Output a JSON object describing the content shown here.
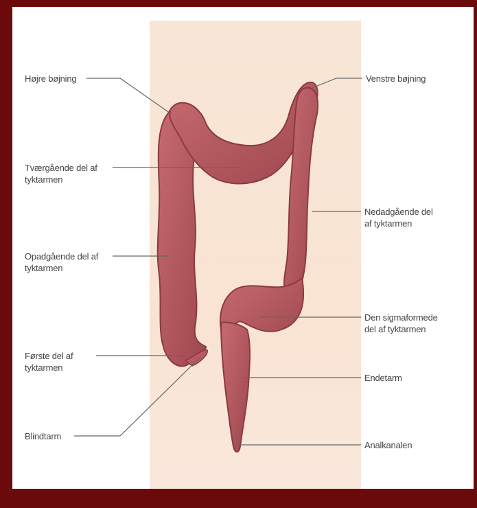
{
  "colors": {
    "frame": "#6b0a0a",
    "background": "#ffffff",
    "skin": "#f8e4d3",
    "colon": "#b85a5f",
    "colon_dark": "#8f3d44",
    "leader_line": "#666666"
  },
  "labels": {
    "hojre_bojning": "Højre bøjning",
    "venstre_bojning": "Venstre bøjning",
    "tvaergaaende": "Tværgående del af\ntyktarmen",
    "nedadgaaende": "Nedadgående del\naf tyktarmen",
    "opadgaaende": "Opadgående del af\ntyktarmen",
    "sigmaformede": "Den sigmaformede\ndel af tyktarmen",
    "forste_del": "Første del af\ntyktarmen",
    "endetarm": "Endetarm",
    "blindtarm": "Blindtarm",
    "analkanalen": "Analkanalen"
  },
  "icons": {
    "colon_illustration": "colon-anatomy-icon"
  }
}
